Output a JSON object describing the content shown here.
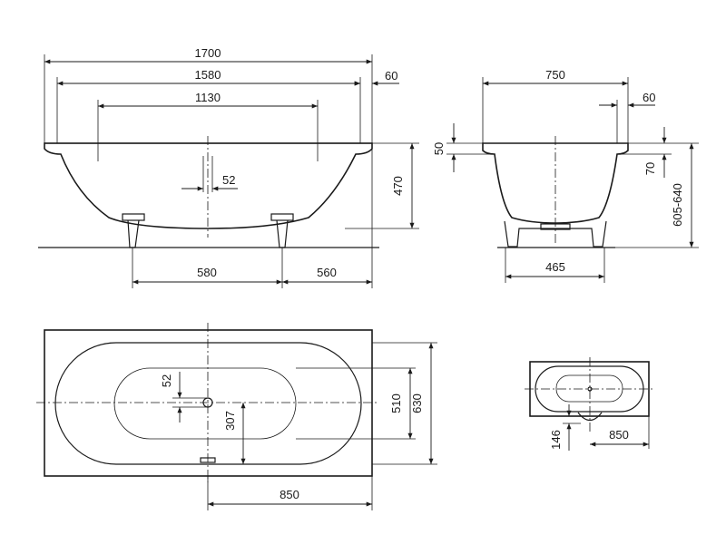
{
  "side_view": {
    "dim_total_length": "1700",
    "dim_inner_length": "1580",
    "dim_bottom_length": "1130",
    "dim_rim_width": "60",
    "dim_drain_size": "52",
    "dim_height": "470",
    "dim_foot_spacing": "580",
    "dim_foot_offset": "560"
  },
  "end_view": {
    "dim_total_width": "750",
    "dim_rim_width": "60",
    "dim_rim_height": "50",
    "dim_rim_depth": "70",
    "dim_overall_height": "605-640",
    "dim_foot_spacing": "465"
  },
  "top_view": {
    "dim_drain_size": "52",
    "dim_drain_offset": "307",
    "dim_inner_width": "510",
    "dim_total_width": "630",
    "dim_drain_distance": "850"
  },
  "small_view": {
    "dim_offset": "146",
    "dim_distance": "850"
  }
}
